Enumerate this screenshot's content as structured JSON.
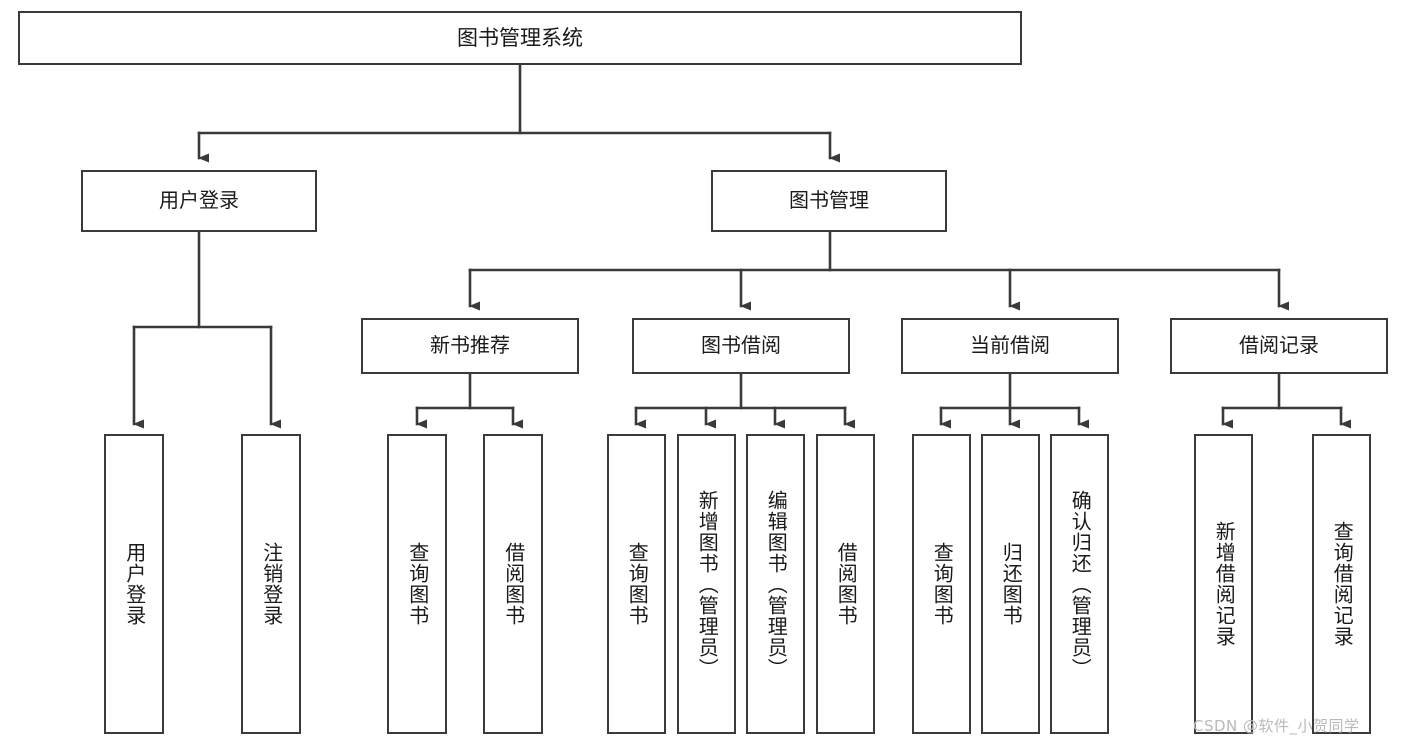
{
  "diagram": {
    "title": "图书管理系统",
    "type": "tree",
    "watermark": "CSDN @软件_小贺同学",
    "colors": {
      "box_border": "#3a3a3a",
      "box_fill": "#ffffff",
      "edge": "#3a3a3a",
      "text": "#1a1a1a",
      "watermark": "#b9b9b9"
    },
    "nodes": {
      "root": {
        "label": "图书管理系统",
        "level": 1
      },
      "l2": [
        {
          "id": "user-login",
          "label": "用户登录",
          "level": 2
        },
        {
          "id": "book-management",
          "label": "图书管理",
          "level": 2
        }
      ],
      "l3": [
        {
          "id": "new-book-recommend",
          "label": "新书推荐",
          "level": 3,
          "parent": "book-management"
        },
        {
          "id": "book-borrow",
          "label": "图书借阅",
          "level": 3,
          "parent": "book-management"
        },
        {
          "id": "current-borrow",
          "label": "当前借阅",
          "level": 3,
          "parent": "book-management"
        },
        {
          "id": "borrow-record",
          "label": "借阅记录",
          "level": 3,
          "parent": "book-management"
        }
      ],
      "leaves": [
        {
          "id": "leaf-user-login",
          "label": "用户登录",
          "parent": "user-login"
        },
        {
          "id": "leaf-logout",
          "label": "注销登录",
          "parent": "user-login"
        },
        {
          "id": "leaf-query-book-1",
          "label": "查询图书",
          "parent": "new-book-recommend"
        },
        {
          "id": "leaf-borrow-book-1",
          "label": "借阅图书",
          "parent": "new-book-recommend"
        },
        {
          "id": "leaf-query-book-2",
          "label": "查询图书",
          "parent": "book-borrow"
        },
        {
          "id": "leaf-add-book",
          "label": "新增图书（管理员）",
          "parent": "book-borrow"
        },
        {
          "id": "leaf-edit-book",
          "label": "编辑图书（管理员）",
          "parent": "book-borrow"
        },
        {
          "id": "leaf-borrow-book-2",
          "label": "借阅图书",
          "parent": "book-borrow"
        },
        {
          "id": "leaf-query-book-3",
          "label": "查询图书",
          "parent": "current-borrow"
        },
        {
          "id": "leaf-return-book",
          "label": "归还图书",
          "parent": "current-borrow"
        },
        {
          "id": "leaf-confirm-return",
          "label": "确认归还（管理员）",
          "parent": "current-borrow"
        },
        {
          "id": "leaf-add-record",
          "label": "新增借阅记录",
          "parent": "borrow-record"
        },
        {
          "id": "leaf-query-record",
          "label": "查询借阅记录",
          "parent": "borrow-record"
        }
      ]
    }
  }
}
